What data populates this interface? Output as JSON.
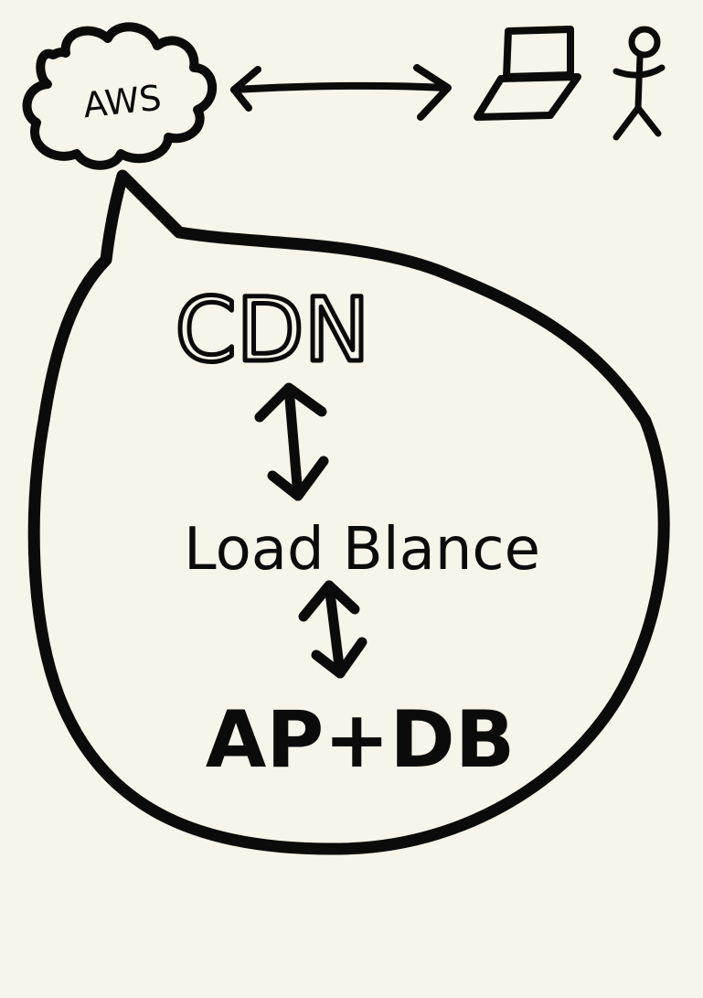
{
  "background_color": "#f7f5ea",
  "ink_color": "#0b0b0b",
  "cloud": {
    "label": "AWS",
    "icon": "cloud-icon"
  },
  "client": {
    "icons": [
      "laptop-icon",
      "person-icon"
    ]
  },
  "bubble": {
    "nodes": [
      {
        "label": "CDN"
      },
      {
        "label": "Load Blance"
      },
      {
        "label": "AP+DB"
      }
    ],
    "connectors": [
      "double-arrow-icon",
      "double-arrow-icon"
    ]
  },
  "top_connector": "double-arrow-icon"
}
